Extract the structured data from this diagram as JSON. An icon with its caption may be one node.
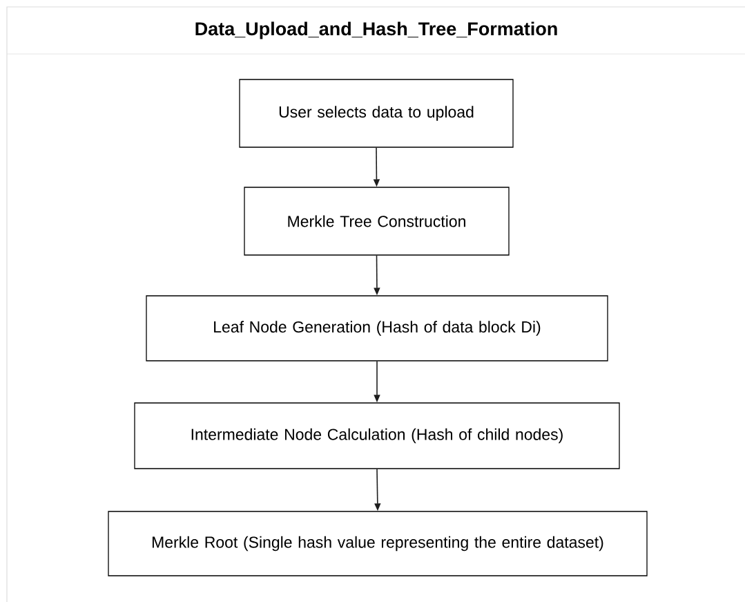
{
  "diagram": {
    "title": "Data_Upload_and_Hash_Tree_Formation",
    "nodes": [
      {
        "text": [
          "User selects data to upload"
        ]
      },
      {
        "text": [
          "Merkle Tree Construction"
        ]
      },
      {
        "text": [
          "Leaf Node Generation (Hash of data block Di)"
        ]
      },
      {
        "text": [
          "Intermediate Node Calculation (Hash of child nodes)"
        ]
      },
      {
        "text": [
          "Merkle Root (Single hash value representing the entire dataset)"
        ]
      }
    ],
    "edges": [
      {
        "from": 0,
        "to": 1,
        "arrow": "to"
      },
      {
        "from": 1,
        "to": 2,
        "arrow": "to"
      },
      {
        "from": 2,
        "to": 3,
        "arrow": "to"
      },
      {
        "from": 3,
        "to": 4,
        "arrow": "to"
      }
    ]
  }
}
